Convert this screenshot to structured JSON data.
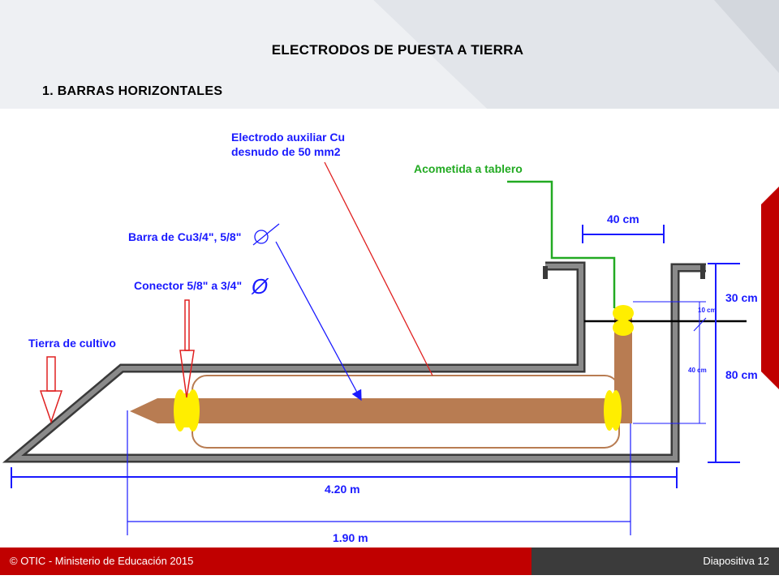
{
  "slide": {
    "title": "ELECTRODOS DE PUESTA A TIERRA",
    "section": "1.   BARRAS HORIZONTALES"
  },
  "diagram": {
    "labels": {
      "electrodo_line1": "Electrodo auxiliar Cu",
      "electrodo_line2": "desnudo de 50 mm2",
      "acometida": "Acometida a tablero",
      "barra": "Barra de Cu3/4\", 5/8\"",
      "conector": "Conector 5/8\" a 3/4\"",
      "tierra": "Tierra de cultivo",
      "dim_40cm_top": "40 cm",
      "dim_30cm": "30 cm",
      "dim_80cm": "80 cm",
      "dim_10cm": "10 cm",
      "dim_40cm_small": "40 cm",
      "dim_420": "4.20 m",
      "dim_190": "1.90 m",
      "diameter_symbol": "Ø"
    },
    "colors": {
      "pit_wall": "#7f7f7f",
      "bar": "#b87c52",
      "connector": "#ffee00",
      "dimension": "#1a1aff",
      "label_blue": "#1a1aff",
      "label_green": "#22aa22",
      "wire_green": "#22aa22",
      "arrow_red": "#e02020"
    }
  },
  "footer": {
    "copyright": "© OTIC - Ministerio de Educación 2015",
    "slide_number": "Diapositiva 12"
  }
}
